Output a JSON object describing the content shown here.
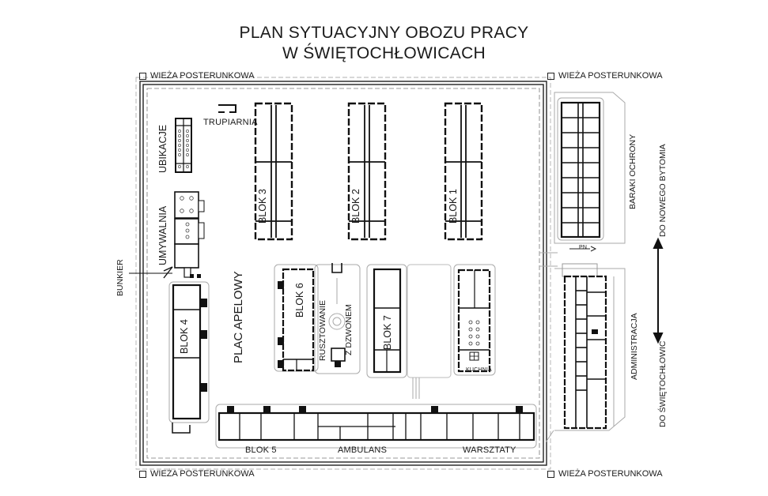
{
  "title": {
    "line1": "PLAN SYTUACYJNY OBOZU PRACY",
    "line2": "W ŚWIĘTOCHŁOWICACH"
  },
  "towers": {
    "top_left": "WIEŻA POSTERUNKOWA",
    "top_right": "WIEŻA POSTERUNKOWA",
    "bottom_left": "WIEŻA POSTERUNKOWA",
    "bottom_right": "WIEŻA POSTERUNKOWA"
  },
  "buildings": {
    "blok1": "BLOK 1",
    "blok2": "BLOK 2",
    "blok3": "BLOK 3",
    "blok4": "BLOK 4",
    "blok5": "BLOK 5",
    "blok6": "BLOK 6",
    "blok7": "BLOK 7",
    "trupiarnia": "TRUPIARNIA",
    "ubikacje": "UBIKACJE",
    "umywalnia": "UMYWALNIA",
    "bunkier": "BUNKIER",
    "plac_apelowy": "PLAC APELOWY",
    "rusztowanie_line1": "RUSZTOWANIE",
    "rusztowanie_line2": "Z DZWONEM",
    "kuchnia": "KUCHNIA",
    "ambulans": "AMBULANS",
    "warsztaty": "WARSZTATY",
    "baraki_ochrony": "BARAKI OCHRONY",
    "administracja": "ADMINISTRACJA",
    "gate": "PN"
  },
  "directions": {
    "north": "DO NOWEGO BYTOMIA",
    "south": "DO ŚWIĘTOCHŁOWIC"
  },
  "colors": {
    "ink": "#1a1a1a",
    "grey_line": "#9a9a9a",
    "background": "#ffffff"
  }
}
